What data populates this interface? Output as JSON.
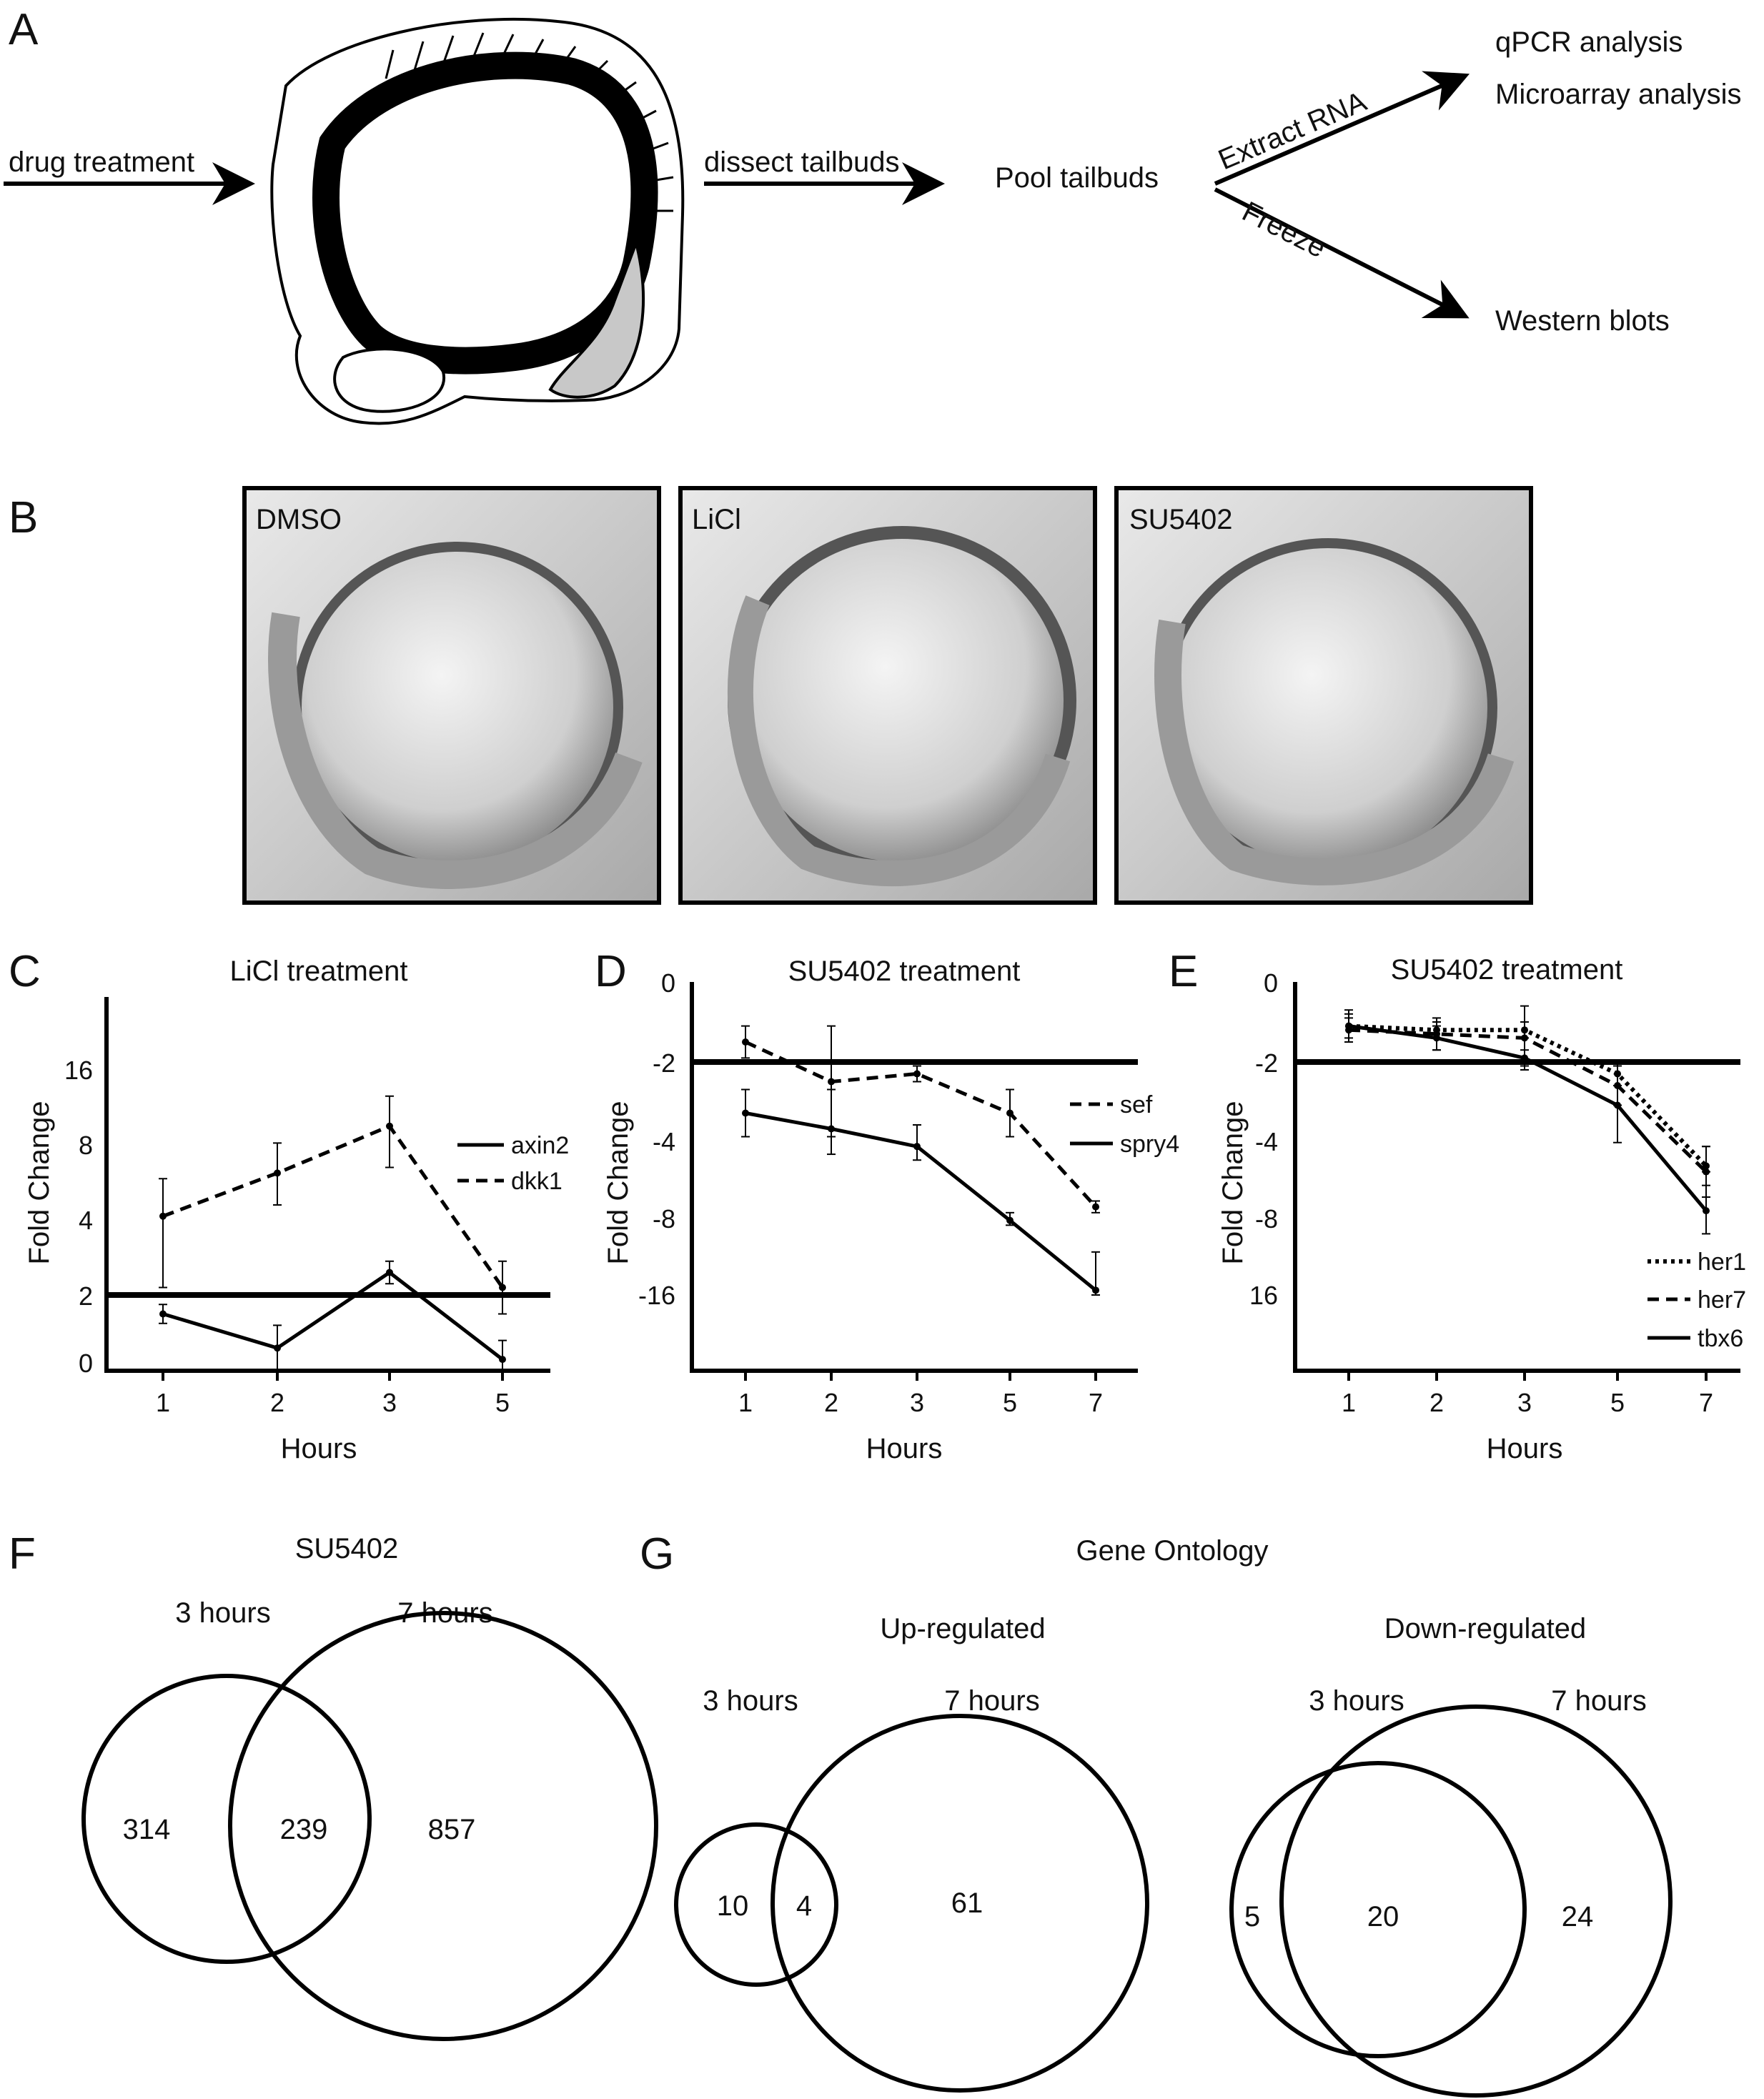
{
  "panel_labels": {
    "a": "A",
    "b": "B",
    "c": "C",
    "d": "D",
    "e": "E",
    "f": "F",
    "g": "G"
  },
  "panel_a": {
    "drug_treatment": "drug treatment",
    "dissect_tailbuds": "dissect tailbuds",
    "pool_tailbuds": "Pool tailbuds",
    "extract_rna": "Extract RNA",
    "freeze": "Freeze",
    "qpcr": "qPCR analysis",
    "microarray": "Microarray analysis",
    "western": "Western blots"
  },
  "panel_b": {
    "images": [
      {
        "label": "DMSO"
      },
      {
        "label": "LiCl"
      },
      {
        "label": "SU5402"
      }
    ]
  },
  "chart_data": [
    {
      "id": "C",
      "type": "line",
      "title": "LiCl treatment",
      "xlabel": "Hours",
      "ylabel": "Fold Change",
      "x_ticks": [
        "1",
        "2",
        "3",
        "5"
      ],
      "y_ticks": [
        "0",
        "2",
        "4",
        "8",
        "16"
      ],
      "threshold": 2,
      "series": [
        {
          "name": "axin2",
          "style": "solid",
          "x": [
            "1",
            "2",
            "3",
            "5"
          ],
          "y": [
            1.5,
            0.6,
            2.6,
            0.3
          ],
          "err": [
            0.25,
            0.6,
            0.3,
            0.5
          ]
        },
        {
          "name": "dkk1",
          "style": "dashed",
          "x": [
            "1",
            "2",
            "3",
            "5"
          ],
          "y": [
            4.2,
            6.5,
            10.0,
            2.2
          ],
          "err": [
            2.0,
            1.7,
            3.2,
            0.7
          ]
        }
      ]
    },
    {
      "id": "D",
      "type": "line",
      "title": "SU5402 treatment",
      "xlabel": "Hours",
      "ylabel": "Fold Change",
      "x_ticks": [
        "1",
        "2",
        "3",
        "5",
        "7"
      ],
      "y_ticks": [
        "0",
        "-2",
        "-4",
        "-8",
        "-16"
      ],
      "threshold": -2,
      "series": [
        {
          "name": "sef",
          "style": "dashed",
          "x": [
            "1",
            "2",
            "3",
            "5",
            "7"
          ],
          "y": [
            -1.5,
            -2.5,
            -2.3,
            -3.3,
            -7.4
          ],
          "err": [
            0.4,
            1.4,
            0.2,
            0.6,
            0.3
          ]
        },
        {
          "name": "spry4",
          "style": "solid",
          "x": [
            "1",
            "2",
            "3",
            "5",
            "7"
          ],
          "y": [
            -3.3,
            -3.7,
            -4.3,
            -8.2,
            -15.5
          ],
          "err": [
            0.6,
            1.0,
            0.7,
            0.5,
            4.0
          ]
        }
      ]
    },
    {
      "id": "E",
      "type": "line",
      "title": "SU5402 treatment",
      "xlabel": "Hours",
      "ylabel": "Fold Change",
      "x_ticks": [
        "1",
        "2",
        "3",
        "5",
        "7"
      ],
      "y_ticks": [
        "0",
        "-2",
        "-4",
        "-8",
        "16"
      ],
      "threshold": -2,
      "series": [
        {
          "name": "her1",
          "style": "dotted",
          "x": [
            "1",
            "2",
            "3",
            "5",
            "7"
          ],
          "y": [
            -1.1,
            -1.2,
            -1.2,
            -2.3,
            -5.3
          ],
          "err": [
            0.4,
            0.2,
            0.2,
            0.3,
            1.0
          ]
        },
        {
          "name": "her7",
          "style": "dashed",
          "x": [
            "1",
            "2",
            "3",
            "5",
            "7"
          ],
          "y": [
            -1.2,
            -1.3,
            -1.4,
            -2.6,
            -5.6
          ],
          "err": [
            0.3,
            0.4,
            0.8,
            0.5,
            1.3
          ]
        },
        {
          "name": "tbx6",
          "style": "solid",
          "x": [
            "1",
            "2",
            "3",
            "5",
            "7"
          ],
          "y": [
            -1.1,
            -1.4,
            -1.9,
            -3.1,
            -7.6
          ],
          "err": [
            0.3,
            0.3,
            0.2,
            1.0,
            2.0
          ]
        }
      ]
    }
  ],
  "panel_f": {
    "title": "SU5402",
    "left_label": "3 hours",
    "right_label": "7 hours",
    "left_only": "314",
    "overlap": "239",
    "right_only": "857"
  },
  "panel_g": {
    "title": "Gene Ontology",
    "up": {
      "heading": "Up-regulated",
      "left_label": "3 hours",
      "right_label": "7 hours",
      "left_only": "10",
      "overlap": "4",
      "right_only": "61"
    },
    "down": {
      "heading": "Down-regulated",
      "left_label": "3 hours",
      "right_label": "7 hours",
      "left_only": "5",
      "overlap": "20",
      "right_only": "24"
    }
  }
}
